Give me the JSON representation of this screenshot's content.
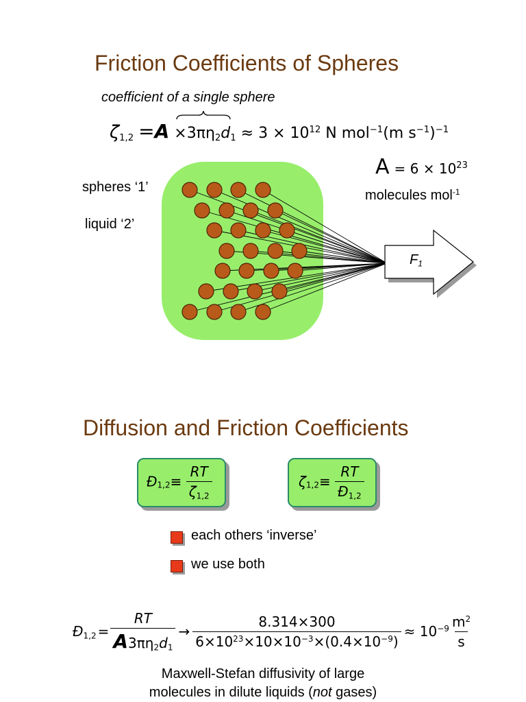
{
  "slide1": {
    "title": "Friction Coefficients of Spheres",
    "single_sphere_caption": "coefficient of a single sphere",
    "eq1": {
      "zeta": "ζ",
      "zeta_sub": "1,2",
      "eq": "=",
      "A": "A",
      "times": "×",
      "term": "3πη",
      "eta_sub": "2",
      "d": "d",
      "d_sub": "1",
      "approx": "≈ 3 × 10",
      "exp": "12",
      "units_a": " N mol",
      "units_exp": "−1",
      "units_b": "(m s",
      "units_exp2": "−1",
      "units_c": ")",
      "units_exp3": "−1"
    },
    "avogadro": {
      "A": "A",
      "rest": "= 6 × 10",
      "exp": "23"
    },
    "molecules_label": "molecules mol",
    "molecules_exp": "-1",
    "spheres_label": "spheres ‘1’",
    "liquid_label": "liquid ‘2’",
    "force_label": "F",
    "force_sub": "1"
  },
  "slide2": {
    "title": "Diffusion and Friction Coefficients",
    "box1": {
      "lhs": "Đ",
      "lhs_sub": "1,2",
      "equiv": "≡",
      "num": "RT",
      "den": "ζ",
      "den_sub": "1,2"
    },
    "box2": {
      "lhs": "ζ",
      "lhs_sub": "1,2",
      "equiv": "≡",
      "num": "RT",
      "den": "Đ",
      "den_sub": "1,2"
    },
    "bullets": [
      "each others ‘inverse’",
      "we use both"
    ],
    "final_eq": {
      "lhs": "Đ",
      "lhs_sub": "1,2",
      "eq": "=",
      "num1": "RT",
      "den1_A": "A",
      "den1_rest": "3πη",
      "den1_sub": "2",
      "den1_d": "d",
      "den1_dsub": "1",
      "arrow": "→",
      "num2": "8.314×300",
      "den2_a": "6×10",
      "den2_exp1": "23",
      "den2_b": "×10×10",
      "den2_exp2": "−3",
      "den2_c": "×(0.4×10",
      "den2_exp3": "−9",
      "den2_d": ")",
      "approx": "≈ 10",
      "approx_exp": "−9",
      "unit_num": "m",
      "unit_num_exp": "2",
      "unit_den": "s"
    },
    "caption_line1": "Maxwell-Stefan diffusivity of large",
    "caption_line2_a": "molecules in dilute liquids (",
    "caption_line2_italic": "not",
    "caption_line2_b": " gases)"
  },
  "colors": {
    "title": "#6b3a10",
    "liquid_green": "#98ee6b",
    "sphere": "#b85a1a",
    "bullet": "#e83a1a",
    "box_border": "#2a8a6a"
  }
}
